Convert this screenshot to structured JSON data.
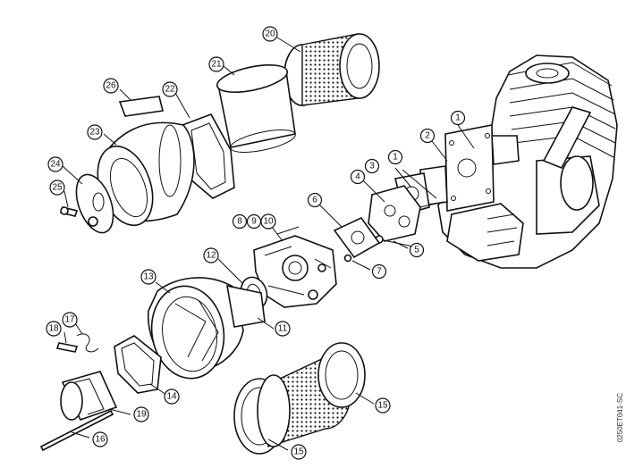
{
  "diagram": {
    "catalog_code": "0250ET041-SC",
    "part_numbers": [
      "1",
      "1",
      "2",
      "3",
      "4",
      "5",
      "6",
      "7",
      "8",
      "9",
      "10",
      "11",
      "12",
      "13",
      "14",
      "15",
      "15",
      "16",
      "17",
      "18",
      "19",
      "20",
      "21",
      "22",
      "23",
      "24",
      "25",
      "26"
    ]
  }
}
